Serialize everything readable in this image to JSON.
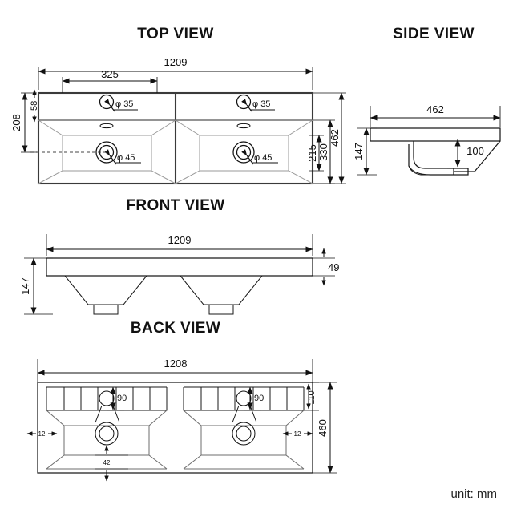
{
  "sheet": {
    "unit_label": "unit: mm",
    "background": "#ffffff",
    "line_color": "#111111"
  },
  "views": {
    "top": {
      "title": "TOP VIEW",
      "dimensions": {
        "overall_width": "1209",
        "tap_offset": "325",
        "back_ledge": "58",
        "drain_from_back": "208",
        "bowl_depth": "215",
        "bowl_to_front": "330",
        "overall_depth": "462"
      },
      "callouts": {
        "tap_hole_left": "φ 35",
        "tap_hole_right": "φ 35",
        "drain_left": "φ 45",
        "drain_right": "φ 45"
      }
    },
    "side": {
      "title": "SIDE VIEW",
      "dimensions": {
        "depth": "462",
        "height": "147",
        "bowl_depth": "100"
      }
    },
    "front": {
      "title": "FRONT VIEW",
      "dimensions": {
        "width": "1209",
        "height": "147",
        "slab_thickness": "49"
      }
    },
    "back": {
      "title": "BACK VIEW",
      "dimensions": {
        "width": "1208",
        "height": "460",
        "deck_height": "110",
        "tap_to_deck_left": "90",
        "tap_to_deck_right": "90",
        "front_rib": "42",
        "edge_left": "12",
        "edge_right": "12"
      }
    }
  }
}
